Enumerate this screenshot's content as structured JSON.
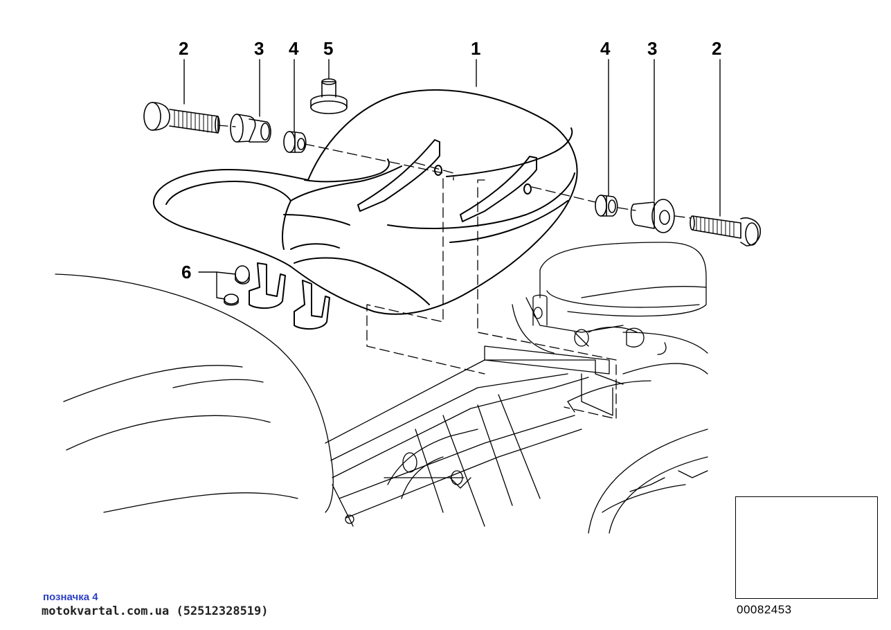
{
  "callouts": {
    "c1": "1",
    "c2_left": "2",
    "c3_left": "3",
    "c4_left": "4",
    "c5": "5",
    "c6": "6",
    "c4_right": "4",
    "c3_right": "3",
    "c2_right": "2"
  },
  "inset": {
    "diagram_id": "00082453"
  },
  "footer": {
    "note_label": "позначка 4",
    "watermark": "motokvartal.com.ua (52512328519)"
  }
}
